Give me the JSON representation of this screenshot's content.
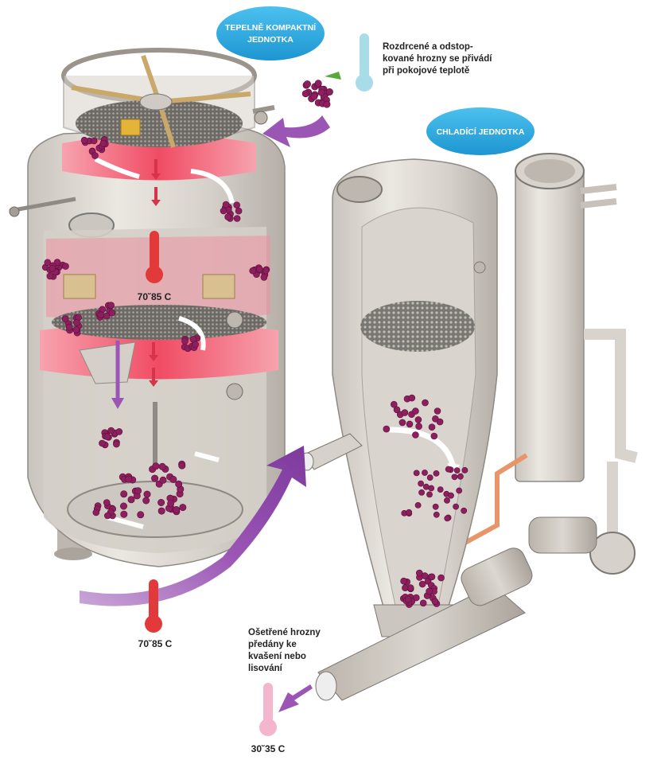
{
  "labels": {
    "heating_unit": [
      "TEPELNĚ KOMPAKTNÍ",
      "JEDNOTKA"
    ],
    "cooling_unit": "CHLADÍCÍ JEDNOTKA",
    "input_note": [
      "Rozdrcené a odstop-",
      "kované hrozny se přivádí",
      "při pokojové teplotě"
    ],
    "output_note": [
      "Ošetřené hrozny",
      "předány ke",
      "kvašení nebo",
      "lisování"
    ]
  },
  "temperatures": {
    "tank_inner": "70˘85 C",
    "tank_outer": "70˘85 C",
    "output": "30˘35 C"
  },
  "colors": {
    "heating_oval": "#2aa9e3",
    "cooling_oval": "#2aa9e3",
    "hot_red": "#e23a3a",
    "heat_band": "#f0506a",
    "flow_arrow": "#9a4fb0",
    "grape": "#8e1f5e",
    "thermo_cold": "#a8dce8",
    "thermo_warm": "#f4b6cc"
  }
}
